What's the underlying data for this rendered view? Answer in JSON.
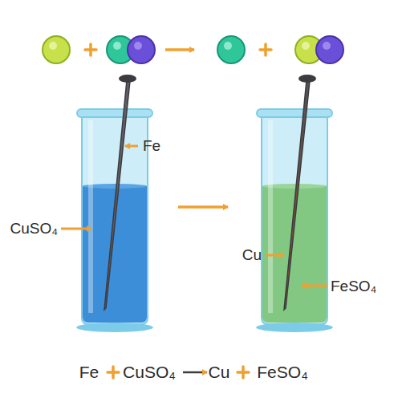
{
  "diagram": {
    "labels": [
      "Fe",
      "CuSO₄",
      "Cu",
      "FeSO₄",
      "Fe",
      "CuSO₄",
      "Cu",
      "FeSO₄"
    ]
  }
}
